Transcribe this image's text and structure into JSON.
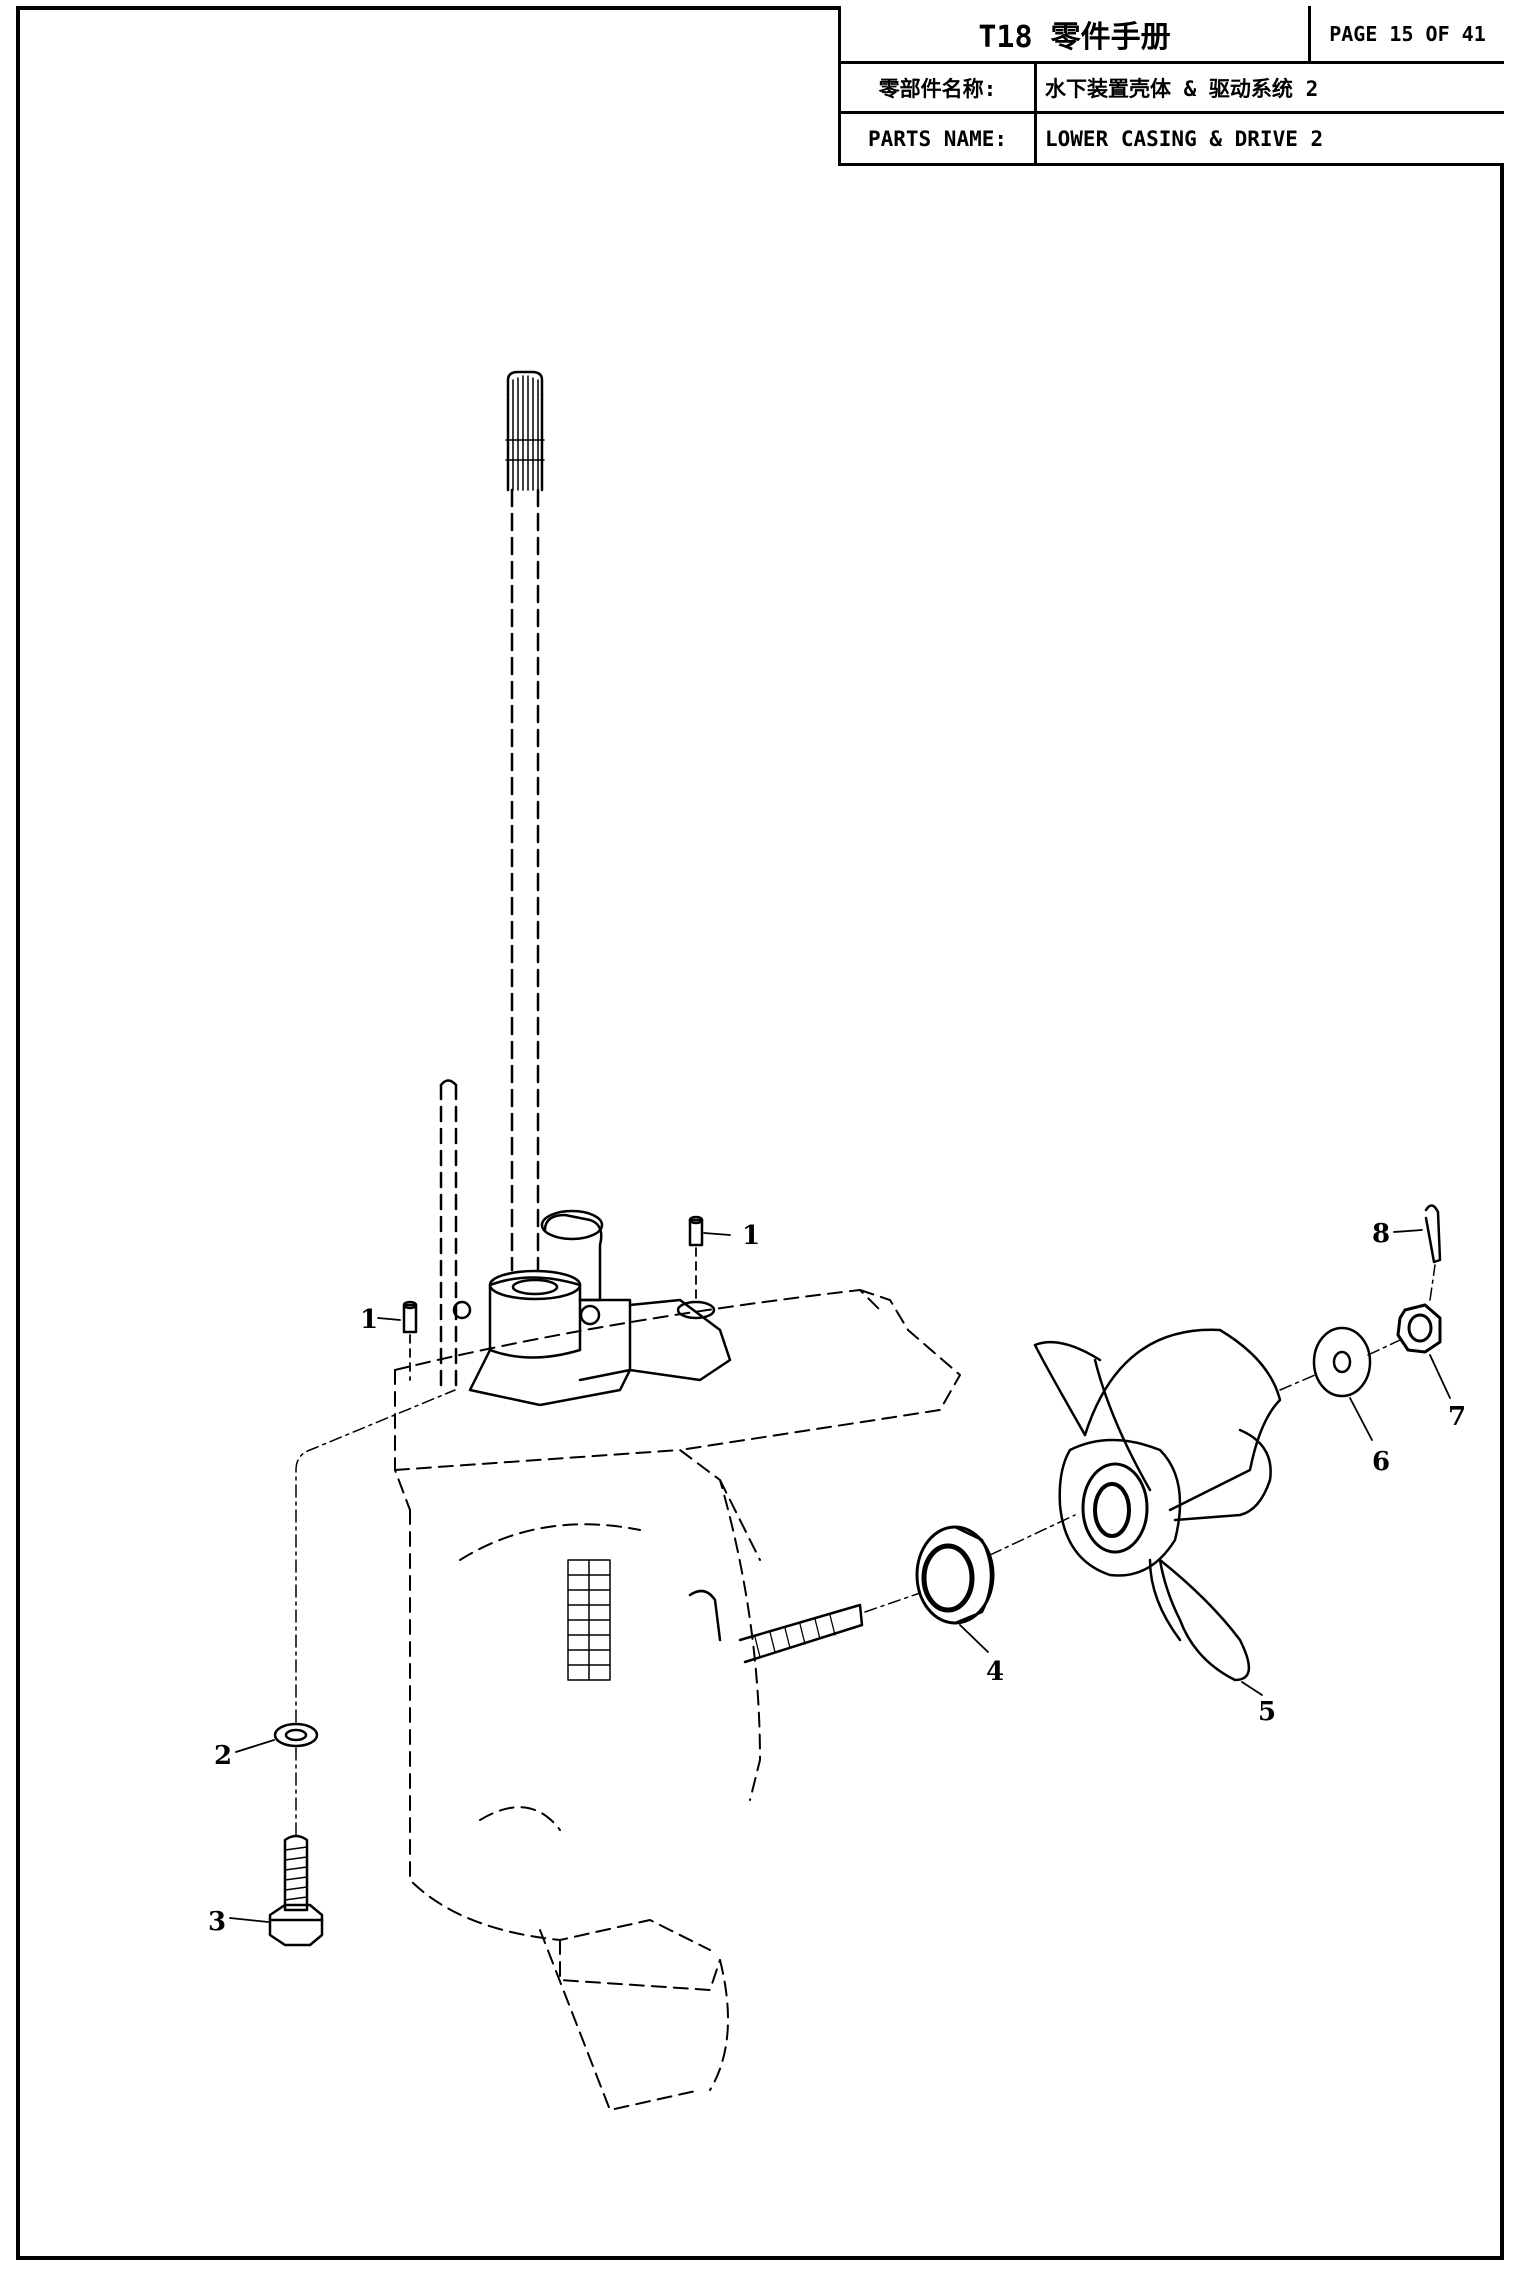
{
  "title_block": {
    "manual_title": "T18 零件手册",
    "page_indicator": "PAGE 15 OF 41",
    "cn_name_label": "零部件名称:",
    "cn_name_value": "水下装置壳体 & 驱动系统 2",
    "en_name_label": "PARTS NAME:",
    "en_name_value": "LOWER CASING & DRIVE 2"
  },
  "callouts": {
    "pin_upper": "1",
    "pin_left": "1",
    "washer": "2",
    "bolt": "3",
    "spacer": "4",
    "propeller": "5",
    "prop_washer": "6",
    "nut": "7",
    "cotter_pin": "8"
  },
  "colors": {
    "line": "#000000",
    "background": "#ffffff"
  }
}
